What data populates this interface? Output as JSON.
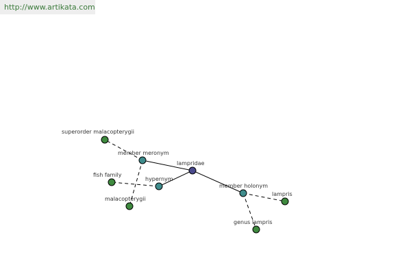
{
  "header": {
    "url": "http://www.artikata.com"
  },
  "colors": {
    "center_node": "#4a4a8c",
    "relation_node": "#3f8c8c",
    "leaf_node": "#3f8a3f",
    "edge": "#000000"
  },
  "graph": {
    "nodes": [
      {
        "id": "lampridae",
        "label": "lampridae",
        "kind": "center"
      },
      {
        "id": "member-meronym",
        "label": "member meronym",
        "kind": "relation"
      },
      {
        "id": "hypernym",
        "label": "hypernym",
        "kind": "relation"
      },
      {
        "id": "member-holonym",
        "label": "member holonym",
        "kind": "relation"
      },
      {
        "id": "superorder-malacopterygii",
        "label": "superorder malacopterygii",
        "kind": "leaf"
      },
      {
        "id": "fish-family",
        "label": "fish family",
        "kind": "leaf"
      },
      {
        "id": "malacopterygii",
        "label": "malacopterygii",
        "kind": "leaf"
      },
      {
        "id": "lampris",
        "label": "lampris",
        "kind": "leaf"
      },
      {
        "id": "genus-lampris",
        "label": "genus lampris",
        "kind": "leaf"
      }
    ],
    "edges": [
      {
        "from": "lampridae",
        "to": "member-meronym",
        "style": "solid"
      },
      {
        "from": "lampridae",
        "to": "hypernym",
        "style": "solid"
      },
      {
        "from": "lampridae",
        "to": "member-holonym",
        "style": "solid"
      },
      {
        "from": "member-meronym",
        "to": "superorder-malacopterygii",
        "style": "dashed"
      },
      {
        "from": "member-meronym",
        "to": "malacopterygii",
        "style": "dashed"
      },
      {
        "from": "hypernym",
        "to": "fish-family",
        "style": "dashed"
      },
      {
        "from": "member-holonym",
        "to": "lampris",
        "style": "dashed"
      },
      {
        "from": "member-holonym",
        "to": "genus-lampris",
        "style": "dashed"
      }
    ]
  }
}
